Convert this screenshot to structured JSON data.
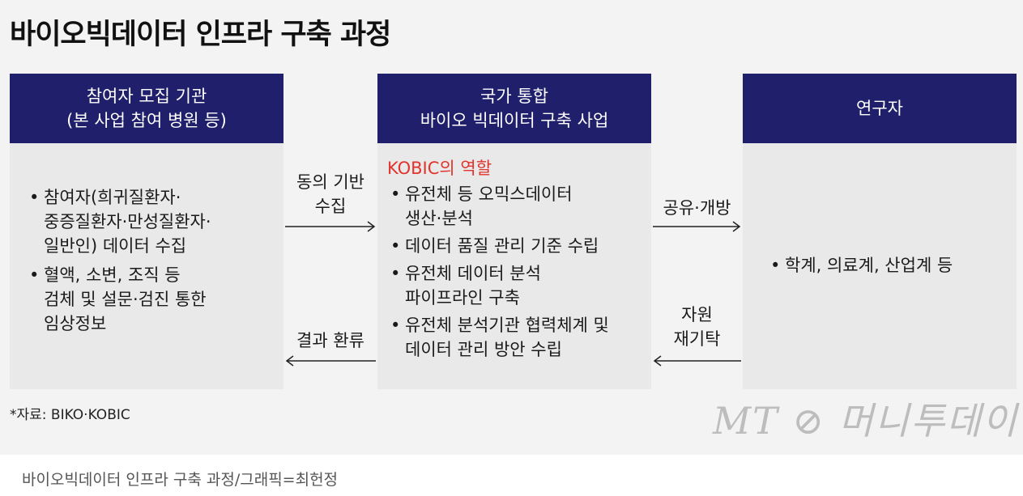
{
  "title": "바이오빅데이터 인프라 구축 과정",
  "left_box": {
    "header_line1": "참여자 모집 기관",
    "header_line2": "(본 사업 참여 병원 등)",
    "bullets": [
      [
        "참여자(희귀질환자·",
        "중증질환자·만성질환자·",
        "일반인) 데이터 수집"
      ],
      [
        "혈액, 소변, 조직 등",
        "검체 및 설문·검진 통한",
        "임상정보"
      ]
    ]
  },
  "center_box": {
    "header_line1": "국가 통합",
    "header_line2": "바이오 빅데이터 구축 사업",
    "role_label": "KOBIC의 역할",
    "bullets": [
      [
        "유전체 등 오믹스데이터",
        "생산·분석"
      ],
      [
        "데이터 품질 관리 기준 수립"
      ],
      [
        "유전체 데이터 분석",
        "파이프라인 구축"
      ],
      [
        "유전체 분석기관 협력체계 및",
        "데이터 관리 방안 수립"
      ]
    ]
  },
  "right_box": {
    "header": "연구자",
    "bullets": [
      "학계, 의료계, 산업계 등"
    ]
  },
  "arrows": {
    "collect_line1": "동의 기반",
    "collect_line2": "수집",
    "feedback": "결과 환류",
    "share": "공유·개방",
    "donate_line1": "자원",
    "donate_line2": "재기탁"
  },
  "source": "*자료: BIKO·KOBIC",
  "logo": "MT ⊘ 머니투데이",
  "caption": "바이오빅데이터 인프라 구축 과정/그래픽=최헌정",
  "colors": {
    "header_bg": "#1f1f6b",
    "accent": "#e0342c",
    "panel_bg": "#f3f3f3"
  }
}
